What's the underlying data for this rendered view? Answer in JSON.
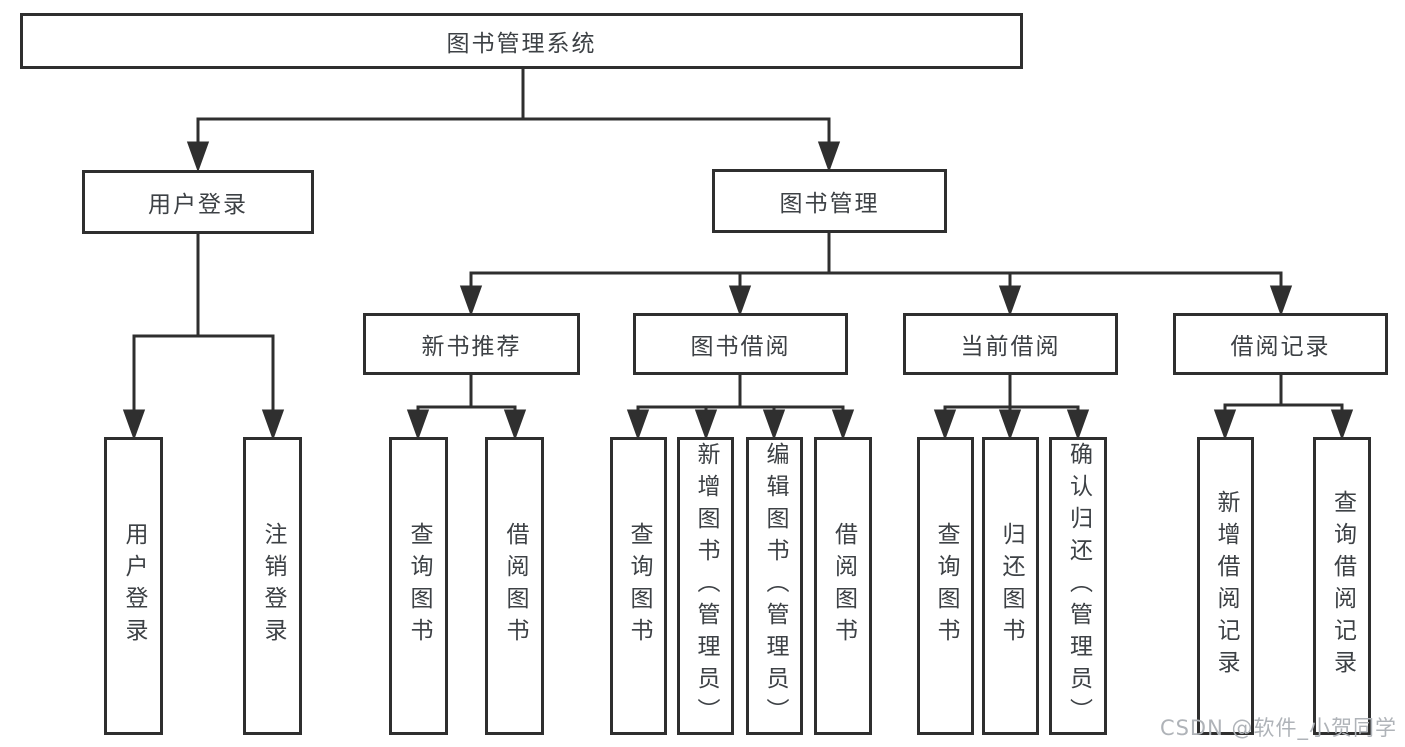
{
  "diagram": {
    "title": "图书管理系统",
    "level2": {
      "user_login": "用户登录",
      "book_mgmt": "图书管理"
    },
    "level3": {
      "new_book": "新书推荐",
      "book_borrow": "图书借阅",
      "current_borrow": "当前借阅",
      "borrow_record": "借阅记录"
    },
    "leaves": {
      "user_login_1": "用户登录",
      "user_login_2": "注销登录",
      "new_book_1": "查询图书",
      "new_book_2": "借阅图书",
      "book_borrow_1": "查询图书",
      "book_borrow_2": "新增图书（管理员）",
      "book_borrow_3": "编辑图书（管理员）",
      "book_borrow_4": "借阅图书",
      "current_borrow_1": "查询图书",
      "current_borrow_2": "归还图书",
      "current_borrow_3": "确认归还（管理员）",
      "borrow_record_1": "新增借阅记录",
      "borrow_record_2": "查询借阅记录"
    }
  },
  "watermark": "CSDN @软件_小贺同学",
  "colors": {
    "line": "#2f2f2f",
    "border": "#2f2f2f",
    "text": "#3d4145",
    "background": "#ffffff",
    "watermark": "#afb3b8"
  }
}
